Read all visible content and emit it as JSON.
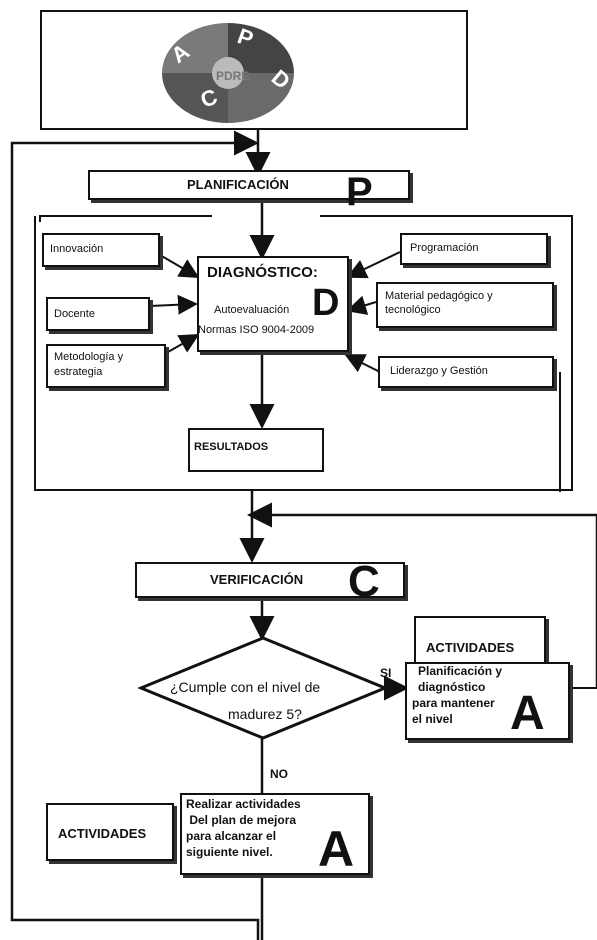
{
  "logo": {
    "segments": [
      "P",
      "D",
      "C",
      "A"
    ],
    "center_text": "PDRE"
  },
  "planning": {
    "label": "PLANIFICACIÓN",
    "letter": "P"
  },
  "inputs_left": [
    "Innovación",
    "Docente",
    "Metodología y estrategia"
  ],
  "inputs_right": [
    "Programación",
    "Material pedagógico y tecnológico",
    "Liderazgo y Gestión"
  ],
  "diagnostic": {
    "title": "DIAGNÓSTICO:",
    "line1": "Autoevaluación",
    "line2": "Normas ISO 9004-2009",
    "letter": "D"
  },
  "results": {
    "label": "RESULTADOS"
  },
  "verification": {
    "label": "VERIFICACIÓN",
    "letter": "C"
  },
  "decision": {
    "line1": "¿Cumple con el nivel de",
    "line2": "madurez 5?",
    "yes_label": "SI",
    "no_label": "NO"
  },
  "activities_yes": {
    "title": "ACTIVIDADES",
    "lines": [
      "Planificación y",
      "diagnóstico",
      "para mantener",
      "el nivel"
    ],
    "letter": "A"
  },
  "activities_no": {
    "title": "ACTIVIDADES",
    "lines": [
      "Realizar actividades",
      " Del plan de mejora",
      "para alcanzar el",
      "siguiente nivel."
    ],
    "letter": "A"
  }
}
